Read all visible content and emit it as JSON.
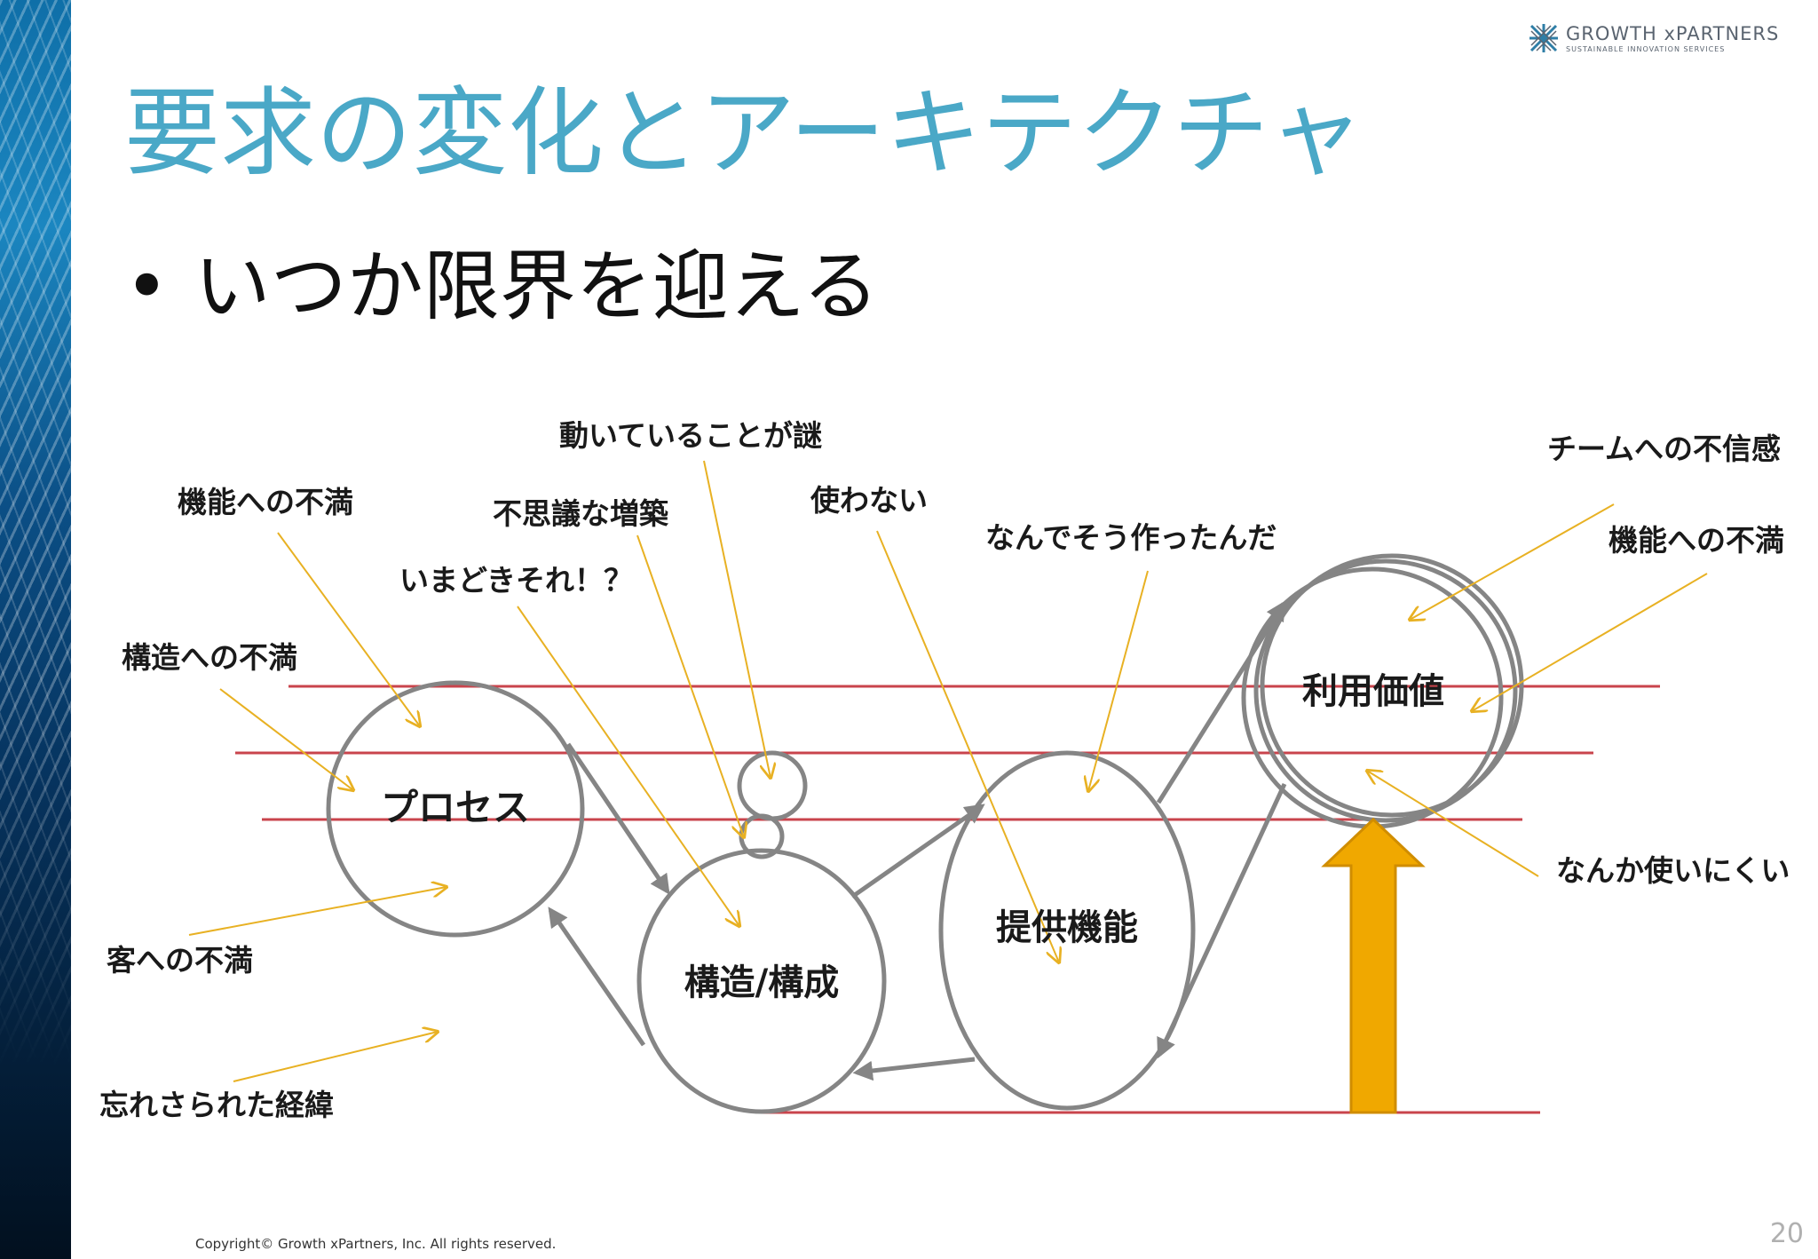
{
  "header": {
    "logo_name": "GROWTH xPARTNERS",
    "logo_tagline": "SUSTAINABLE INNOVATION SERVICES",
    "title": "要求の変化とアーキテクチャ"
  },
  "body": {
    "bullet_marker": "•",
    "bullet_text": "いつか限界を迎える"
  },
  "diagram": {
    "nodes": {
      "process": "プロセス",
      "structure": "構造/構成",
      "features": "提供機能",
      "value": "利用価値"
    },
    "labels": {
      "mystery": "動いていることが謎",
      "team_distrust": "チームへの不信感",
      "feature_dissatisfaction_left": "機能への不満",
      "weird_extension": "不思議な増築",
      "unused": "使わない",
      "why_built": "なんでそう作ったんだ",
      "feature_dissatisfaction_right": "機能への不満",
      "outdated": "いまどきそれ！？",
      "structure_dissatisfaction": "構造への不満",
      "hard_to_use": "なんか使いにくい",
      "customer_dissatisfaction": "客への不満",
      "forgotten_history": "忘れさられた経緯"
    },
    "colors": {
      "circle_stroke": "#858585",
      "annotation_line": "#e8b123",
      "red_line": "#c9444c",
      "big_arrow": "#f0a800"
    }
  },
  "footer": {
    "copyright": "Copyright© Growth xPartners, Inc. All rights reserved.",
    "page_number": "20"
  }
}
